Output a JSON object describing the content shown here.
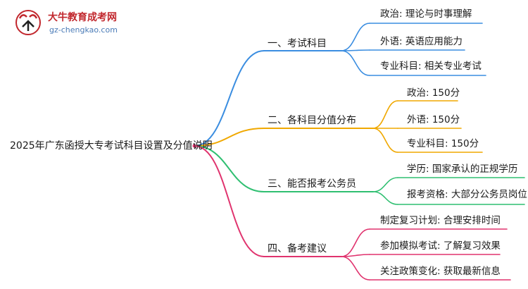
{
  "logo": {
    "name": "大牛教育成考网",
    "url": "gz-chengkao.com"
  },
  "mindmap": {
    "root": "2025年广东函授大专考试科目设置及分值说明",
    "branches": [
      {
        "label": "一、考试科目",
        "color": "#3a8de0",
        "leaves": [
          "政治: 理论与时事理解",
          "外语: 英语应用能力",
          "专业科目: 相关专业考试"
        ]
      },
      {
        "label": "二、各科目分值分布",
        "color": "#f0a800",
        "leaves": [
          "政治: 150分",
          "外语: 150分",
          "专业科目: 150分"
        ]
      },
      {
        "label": "三、能否报考公务员",
        "color": "#2fbf71",
        "leaves": [
          "学历: 国家承认的正规学历",
          "报考资格: 大部分公务员岗位"
        ]
      },
      {
        "label": "四、备考建议",
        "color": "#e0336e",
        "leaves": [
          "制定复习计划: 合理安排时间",
          "参加模拟考试: 了解复习效果",
          "关注政策变化: 获取最新信息"
        ]
      }
    ]
  }
}
